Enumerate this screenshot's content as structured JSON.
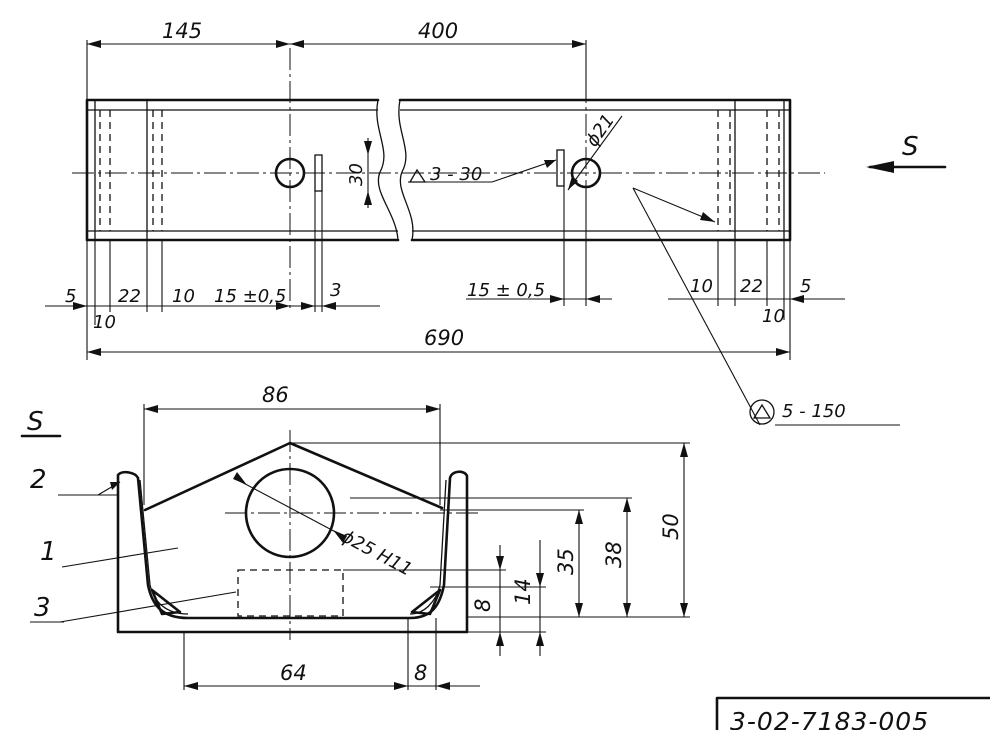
{
  "drawing": {
    "title": "",
    "drawing_number": "3-02-7183-005",
    "view_marker": "S",
    "section_label": "S",
    "part_numbers": [
      "1",
      "2",
      "3"
    ],
    "top_view_dims": {
      "d145": "145",
      "d400": "400",
      "d690": "690",
      "d5_left": "5",
      "d10_left": "10",
      "d22_left": "22",
      "d10b_left": "10",
      "d15_left": "15 ±0,5",
      "d3": "3",
      "d30": "30",
      "d15_right": "15 ± 0,5",
      "d10_right": "10",
      "d22_right": "22",
      "d5_right": "5",
      "d10b_right": "10",
      "hole_dia": "ϕ21"
    },
    "weld_notes": {
      "weld_3_30": "3 - 30",
      "weld_5_150": "5 - 150"
    },
    "section_dims": {
      "d86": "86",
      "d50": "50",
      "d38": "38",
      "d35": "35",
      "d14": "14",
      "d8_v": "8",
      "d64": "64",
      "d8_h": "8",
      "bore": "ϕ25 H11"
    }
  }
}
